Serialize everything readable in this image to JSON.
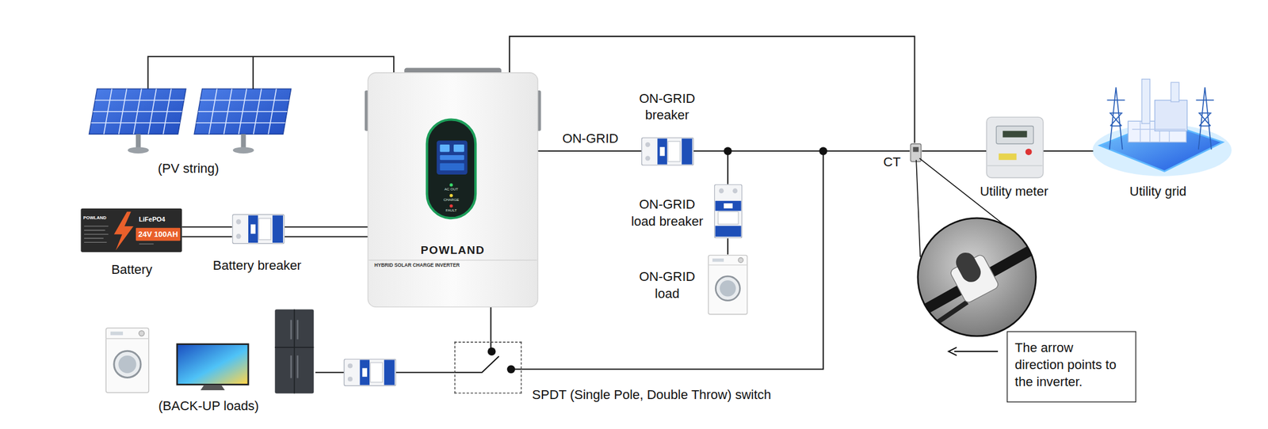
{
  "diagram": {
    "nodes": [
      {
        "text": [
          "(PV string)"
        ]
      },
      {
        "text": [
          "AC OUT",
          "CHARGE",
          "FAULT",
          "POWLAND",
          "HYBRID SOLAR CHARGE INVERTER"
        ]
      },
      {
        "text": [
          "ON-GRID breaker"
        ]
      },
      {
        "text": [
          "ON-GRID load breaker"
        ]
      },
      {
        "text": [
          "ON-GRID load"
        ]
      },
      {
        "text": [
          "CT"
        ]
      },
      {
        "text": [
          "Utility meter"
        ]
      },
      {
        "text": [
          "Utility grid"
        ]
      },
      {
        "text": [
          "POWLAND",
          "LiFePO4",
          "24V 100AH",
          "Battery"
        ]
      },
      {
        "text": [
          "Battery breaker"
        ]
      },
      {
        "text": [
          "(BACK-UP loads)"
        ]
      },
      {
        "text": [
          "SPDT (Single Pole, Double Throw) switch"
        ]
      },
      {
        "text": [
          "The arrow direction points to the inverter."
        ]
      }
    ],
    "edges": [
      {
        "from": 0,
        "to": 1,
        "arrow": "none"
      },
      {
        "from": 8,
        "to": 9,
        "arrow": "none"
      },
      {
        "from": 8,
        "to": 9,
        "arrow": "none"
      },
      {
        "from": 9,
        "to": 1,
        "arrow": "none"
      },
      {
        "from": 9,
        "to": 1,
        "arrow": "none"
      },
      {
        "from": 1,
        "to": 2,
        "label": "ON-GRID",
        "arrow": "none"
      },
      {
        "from": 2,
        "to": 3,
        "arrow": "none"
      },
      {
        "from": 3,
        "to": 4,
        "arrow": "none"
      },
      {
        "from": 2,
        "to": 5,
        "arrow": "none"
      },
      {
        "from": 5,
        "to": 6,
        "arrow": "none"
      },
      {
        "from": 6,
        "to": 7,
        "arrow": "none"
      },
      {
        "from": 1,
        "to": 5,
        "arrow": "none"
      },
      {
        "from": 1,
        "to": 11,
        "arrow": "none"
      },
      {
        "from": 2,
        "to": 11,
        "arrow": "none"
      },
      {
        "from": 11,
        "to": 10,
        "arrow": "none"
      }
    ]
  }
}
